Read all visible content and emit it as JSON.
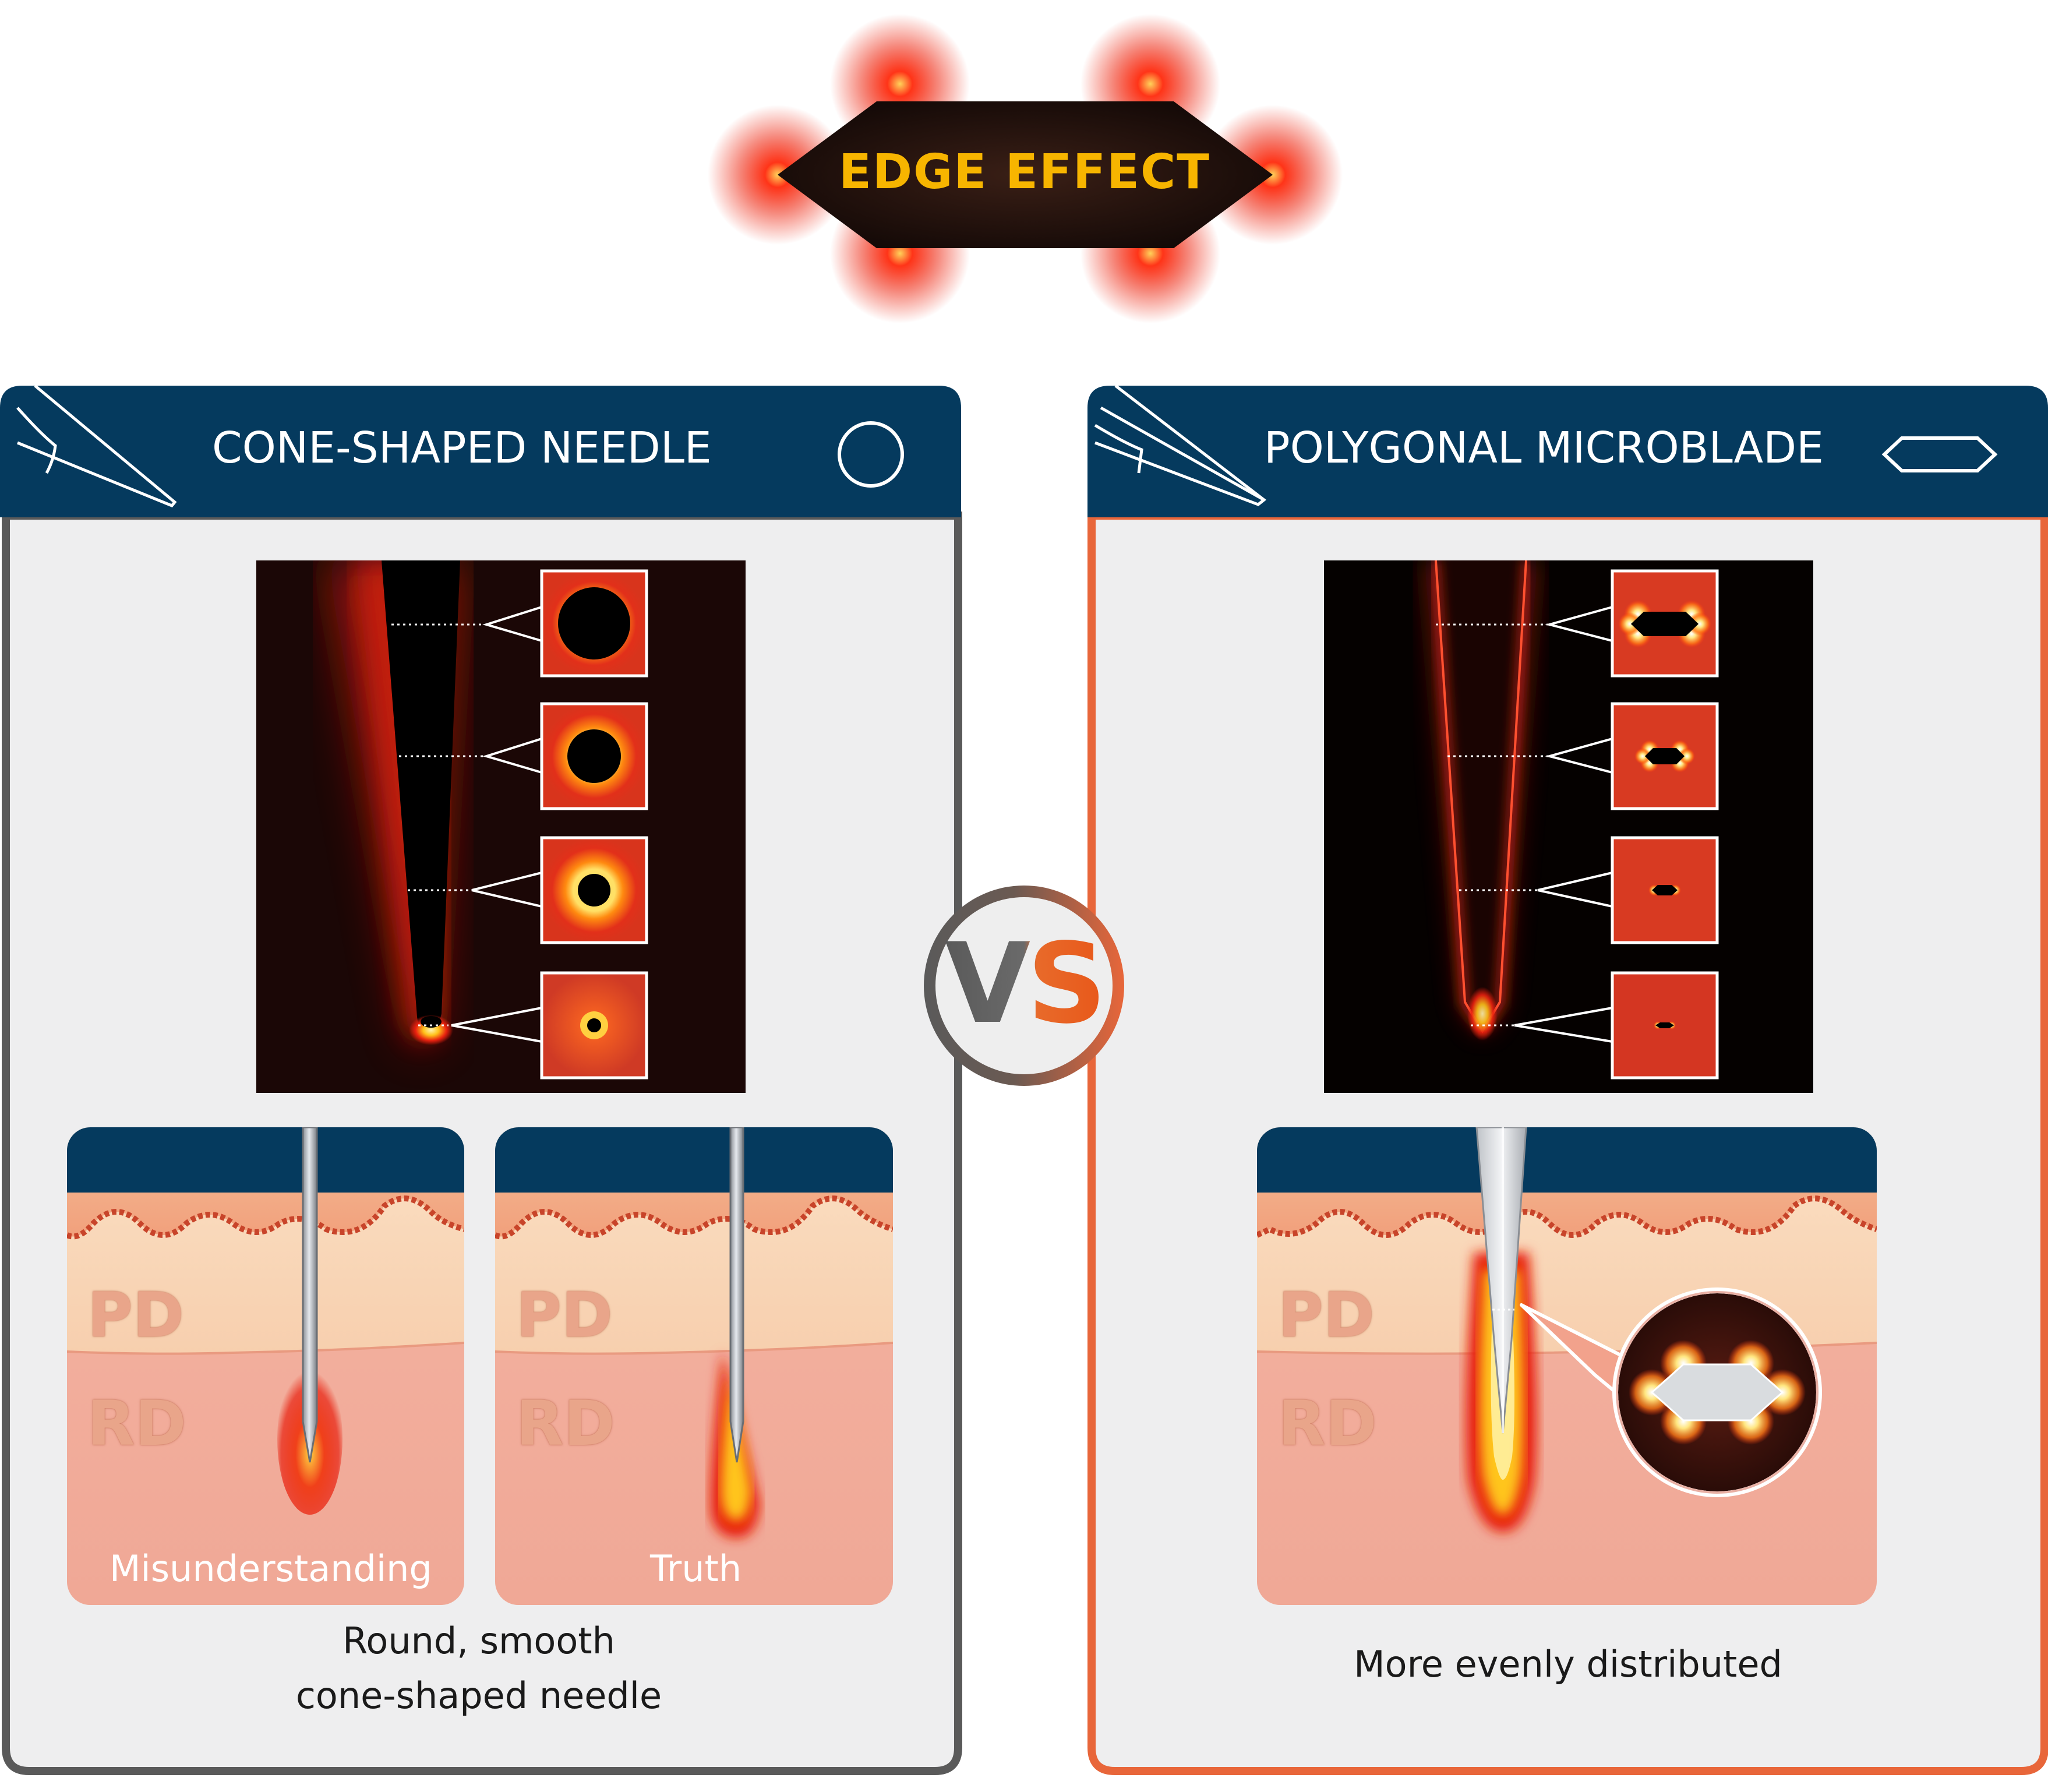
{
  "title": {
    "text": "EDGE EFFECT"
  },
  "vs_label": {
    "text": "VS"
  },
  "left_panel": {
    "title": "CONE-SHAPED NEEDLE",
    "shape_icon": "circle-icon",
    "corner_icon": "cone-needle-icon",
    "border_color": "#5a5a5a",
    "skin_left": {
      "pd": "PD",
      "rd": "RD",
      "caption": "Misunderstanding"
    },
    "skin_right": {
      "pd": "PD",
      "rd": "RD",
      "caption": "Truth"
    },
    "description": {
      "line1": "Round, smooth",
      "line2": "cone-shaped needle"
    }
  },
  "right_panel": {
    "title": "POLYGONAL MICROBLADE",
    "shape_icon": "hexagon-icon",
    "corner_icon": "microblade-icon",
    "border_color": "#e8663a",
    "skin": {
      "pd": "PD",
      "rd": "RD"
    },
    "description": {
      "line1": "More evenly distributed"
    }
  },
  "colors": {
    "header_navy": "#053a5e",
    "panel_background": "#eeeeef",
    "heat_orange": "#f7b500",
    "heat_red": "#e8190f",
    "skin_pd": "#f9d7ba",
    "skin_rd": "#f2ab9a"
  }
}
